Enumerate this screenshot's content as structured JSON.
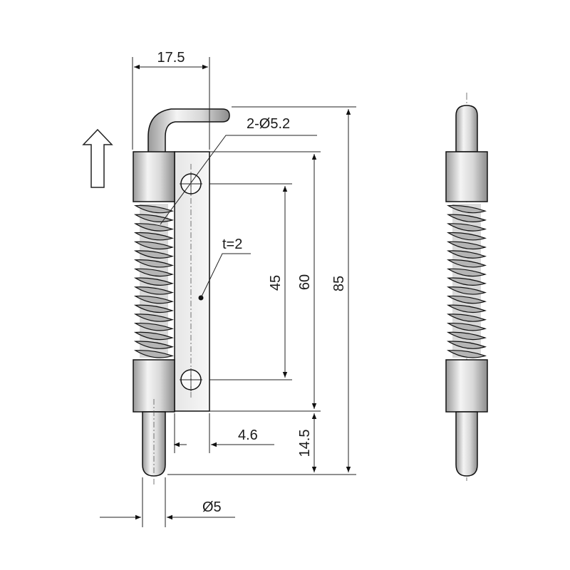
{
  "dimensions": {
    "width_top": "17.5",
    "hole_callout": "2-Ø5.2",
    "thickness": "t=2",
    "hole_spacing": "45",
    "plate_length": "60",
    "overall_length": "85",
    "pin_extension": "14.5",
    "plate_offset": "4.6",
    "pin_diameter": "Ø5"
  },
  "colors": {
    "metal_light": "#f2f2f2",
    "metal_mid": "#cfcfcf",
    "metal_dark": "#8a8a8a",
    "line": "#1a1a1a"
  },
  "icons": {
    "direction_arrow": "up-arrow-icon"
  }
}
